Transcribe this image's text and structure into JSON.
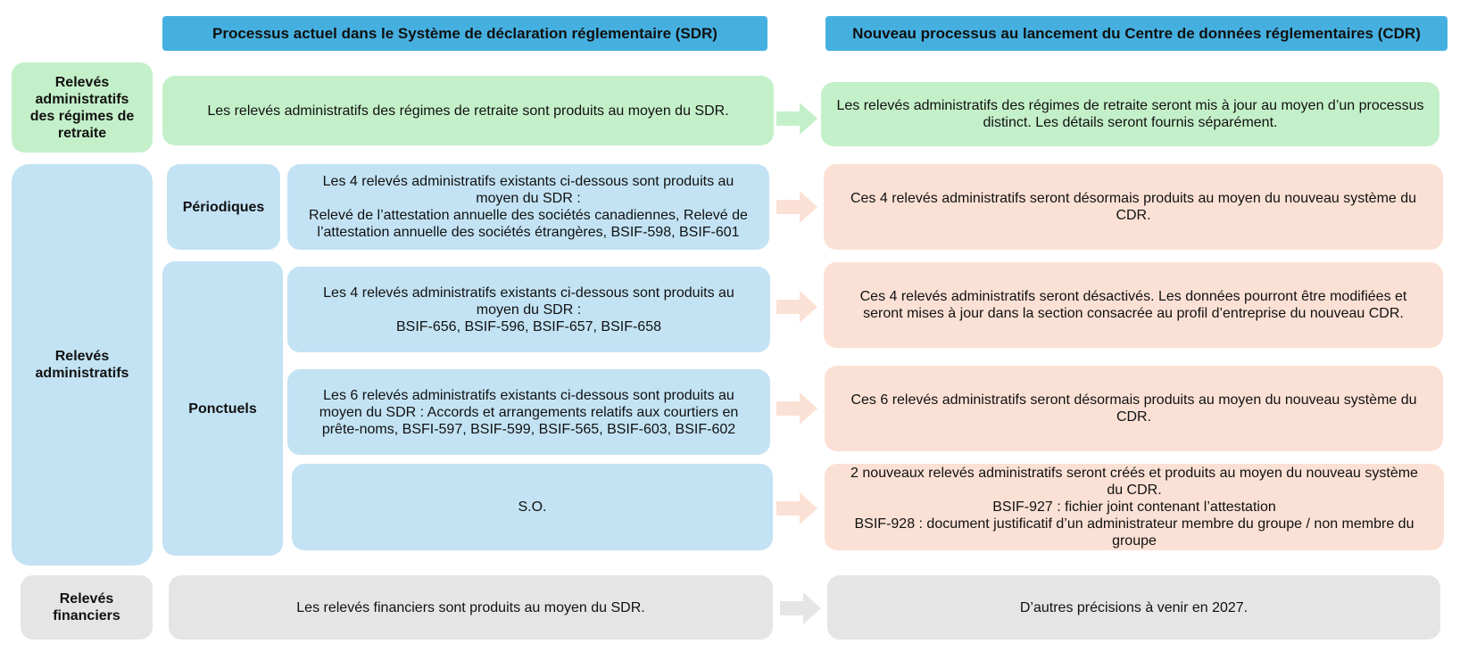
{
  "headers": {
    "current": "Processus actuel dans le Système de déclaration réglementaire (SDR)",
    "new": "Nouveau processus au lancement du Centre de données réglementaires (CDR)"
  },
  "categories": {
    "pension": "Relevés\nadministratifs\ndes régimes de\nretraite",
    "admin": "Relevés\nadministratifs",
    "financial": "Relevés\nfinanciers"
  },
  "subcategories": {
    "periodic": "Périodiques",
    "adhoc": "Ponctuels"
  },
  "rows": {
    "pension": {
      "current": "Les relevés administratifs des régimes de retraite sont produits au moyen du SDR.",
      "new": "Les relevés administratifs des régimes de retraite seront mis à jour au moyen d’un processus\ndistinct. Les détails seront fournis séparément."
    },
    "periodic": {
      "current": "Les 4 relevés administratifs existants ci-dessous sont produits au\nmoyen du SDR :\nRelevé de l’attestation annuelle des sociétés canadiennes, Relevé de\nl’attestation annuelle des sociétés étrangères, BSIF-598, BSIF-601",
      "new": "Ces 4 relevés administratifs seront désormais produits au moyen du nouveau système du\nCDR."
    },
    "adhoc1": {
      "current": "Les 4 relevés administratifs existants ci-dessous sont produits au\nmoyen du SDR :\nBSIF-656, BSIF-596, BSIF-657, BSIF-658",
      "new": "Ces 4 relevés administratifs seront désactivés. Les données pourront être modifiées et\nseront mises à jour dans la section consacrée au profil d’entreprise du nouveau CDR."
    },
    "adhoc2": {
      "current": "Les 6 relevés administratifs existants ci-dessous sont produits au\nmoyen du SDR :  Accords et arrangements relatifs aux courtiers en\nprête-noms, BSFI-597, BSIF-599, BSIF-565, BSIF-603, BSIF-602",
      "new": "Ces 6 relevés administratifs seront désormais produits au moyen du nouveau système du\nCDR."
    },
    "adhoc3": {
      "current": "S.O.",
      "new": "2 nouveaux relevés administratifs seront créés et produits au moyen du nouveau système\ndu CDR.\nBSIF-927 : fichier joint contenant l’attestation\nBSIF-928 : document justificatif d’un administrateur membre du groupe / non membre du\ngroupe"
    },
    "financial": {
      "current": "Les relevés financiers sont produits au moyen du SDR.",
      "new": "D’autres précisions à venir en 2027."
    }
  },
  "colors": {
    "header": "#45b0e0",
    "green": "#c4f0c9",
    "blue": "#c3e3f4",
    "peach": "#fbe1d5",
    "grey": "#e5e5e5"
  }
}
